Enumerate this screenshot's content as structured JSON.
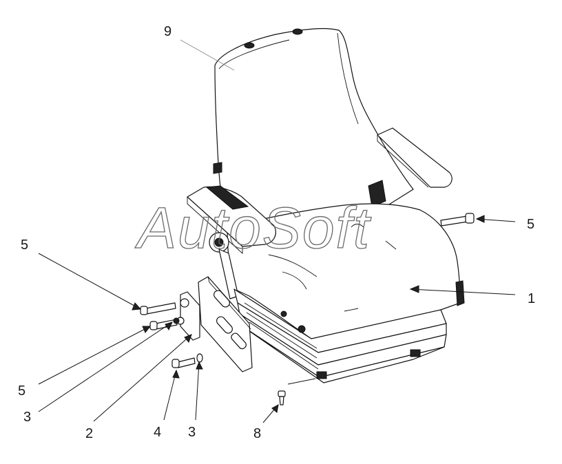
{
  "watermark": "AutoSoft",
  "callouts": [
    {
      "id": "c1",
      "text": "1"
    },
    {
      "id": "c2",
      "text": "2"
    },
    {
      "id": "c3a",
      "text": "3"
    },
    {
      "id": "c3b",
      "text": "3"
    },
    {
      "id": "c4",
      "text": "4"
    },
    {
      "id": "c5a",
      "text": "5"
    },
    {
      "id": "c5b",
      "text": "5"
    },
    {
      "id": "c5c",
      "text": "5"
    },
    {
      "id": "c8",
      "text": "8"
    },
    {
      "id": "c9",
      "text": "9"
    }
  ]
}
